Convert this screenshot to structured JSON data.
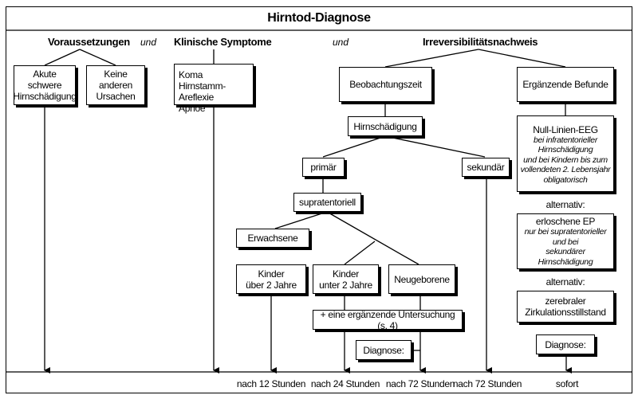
{
  "title": "Hirntod-Diagnose",
  "headers": {
    "voraussetzungen": "Voraussetzungen",
    "klinische_symptome": "Klinische Symptome",
    "irreversibilitaet": "Irreversibilitätsnachweis",
    "und_1": "und",
    "und_2": "und"
  },
  "boxes": {
    "akute": [
      "Akute schwere",
      "Hirnschädigung"
    ],
    "keine": [
      "Keine anderen",
      "Ursachen"
    ],
    "koma": [
      "Koma",
      "Hirnstamm-Areflexie",
      "Apnoe"
    ],
    "beobachtung": "Beobachtungszeit",
    "ergaenzend": "Ergänzende Befunde",
    "hirnschaedigung": "Hirnschädigung",
    "primaer": "primär",
    "sekundaer": "sekundär",
    "supratentoriell": "supratentoriell",
    "erwachsene": "Erwachsene",
    "kinder_ueber": [
      "Kinder",
      "über 2 Jahre"
    ],
    "kinder_unter": [
      "Kinder",
      "unter 2 Jahre"
    ],
    "neugeborene": "Neugeborene",
    "ergaenzende_untersuchung": "+ eine ergänzende Untersuchung (s. 4)",
    "diagnose_1": "Diagnose:",
    "eeg_title": "Null-Linien-EEG",
    "eeg_note": [
      "bei infratentorieller",
      "Hirnschädigung",
      "und bei Kindern bis zum",
      "vollendeten 2. Lebensjahr",
      "obligatorisch"
    ],
    "ep_title": "erloschene EP",
    "ep_note": [
      "nur bei supratentorieller",
      "und bei",
      "sekundärer Hirnschädigung"
    ],
    "zerebral": [
      "zerebraler",
      "Zirkulationsstillstand"
    ],
    "diagnose_2": "Diagnose:"
  },
  "alternativ_1": "alternativ:",
  "alternativ_2": "alternativ:",
  "times": [
    "nach 12 Stunden",
    "nach 24 Stunden",
    "nach 72 Stunden",
    "nach 72 Stunden",
    "sofort"
  ]
}
